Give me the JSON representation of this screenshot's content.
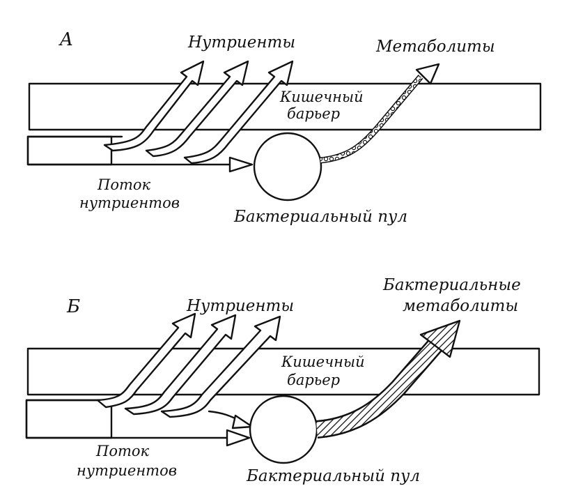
{
  "panels": [
    {
      "id": "A",
      "letter": "A",
      "nutrients_label": "Нутриенты",
      "metabolites_label": "Метаболиты",
      "barrier_label_1": "Кишечный",
      "barrier_label_2": "барьер",
      "flow_label_1": "Поток",
      "flow_label_2": "нутриентов",
      "pool_label": "Бактериальный пул"
    },
    {
      "id": "B",
      "letter": "Б",
      "nutrients_label": "Нутриенты",
      "metabolites_label_1": "Бактериальные",
      "metabolites_label_2": "метаболиты",
      "barrier_label_1": "Кишечный",
      "barrier_label_2": "барьер",
      "flow_label_1": "Поток",
      "flow_label_2": "нутриентов",
      "pool_label": "Бактериальный пул"
    }
  ],
  "colors": {
    "ink": "#111111",
    "paper": "#ffffff"
  }
}
